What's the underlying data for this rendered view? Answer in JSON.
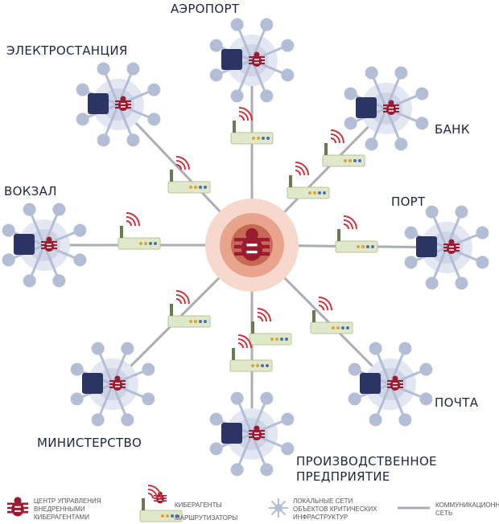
{
  "labels": {
    "airport": "АЭРОПОРТ",
    "power_plant": "ЭЛЕКТРОСТАНЦИЯ",
    "bank": "БАНК",
    "station": "ВОКЗАЛ",
    "port": "ПОРТ",
    "mail": "ПОЧТА",
    "ministry": "МИНИСТЕРСТВО",
    "factory_line1": "ПРОИЗВОДСТВЕННОЕ",
    "factory_line2": "ПРЕДПРИЯТИЕ"
  },
  "legend": {
    "control_center": [
      "ЦЕНТР УПРАВЛЕНИЯ",
      "ВНЕДРЕННЫМИ",
      "КИБЕРАГЕНТАМИ"
    ],
    "agents": "КИБЕРАГЕНТЫ",
    "routers": "МАРШРУТИЗАТОРЫ",
    "local_networks": [
      "ЛОКАЛЬНЫЕ СЕТИ",
      "ОБЪЕКТОВ КРИТИЧЕСКИХ",
      "ИНФРАСТРУКТУР"
    ],
    "comm_network": [
      "КОММУНИКАЦИОННАЯ",
      "СЕТЬ"
    ]
  },
  "colors": {
    "agent": "#9b1b30",
    "node": "#b4bdd6",
    "line": "#a9adb5",
    "icon": "#2b3463",
    "center": "#e8a48c"
  }
}
